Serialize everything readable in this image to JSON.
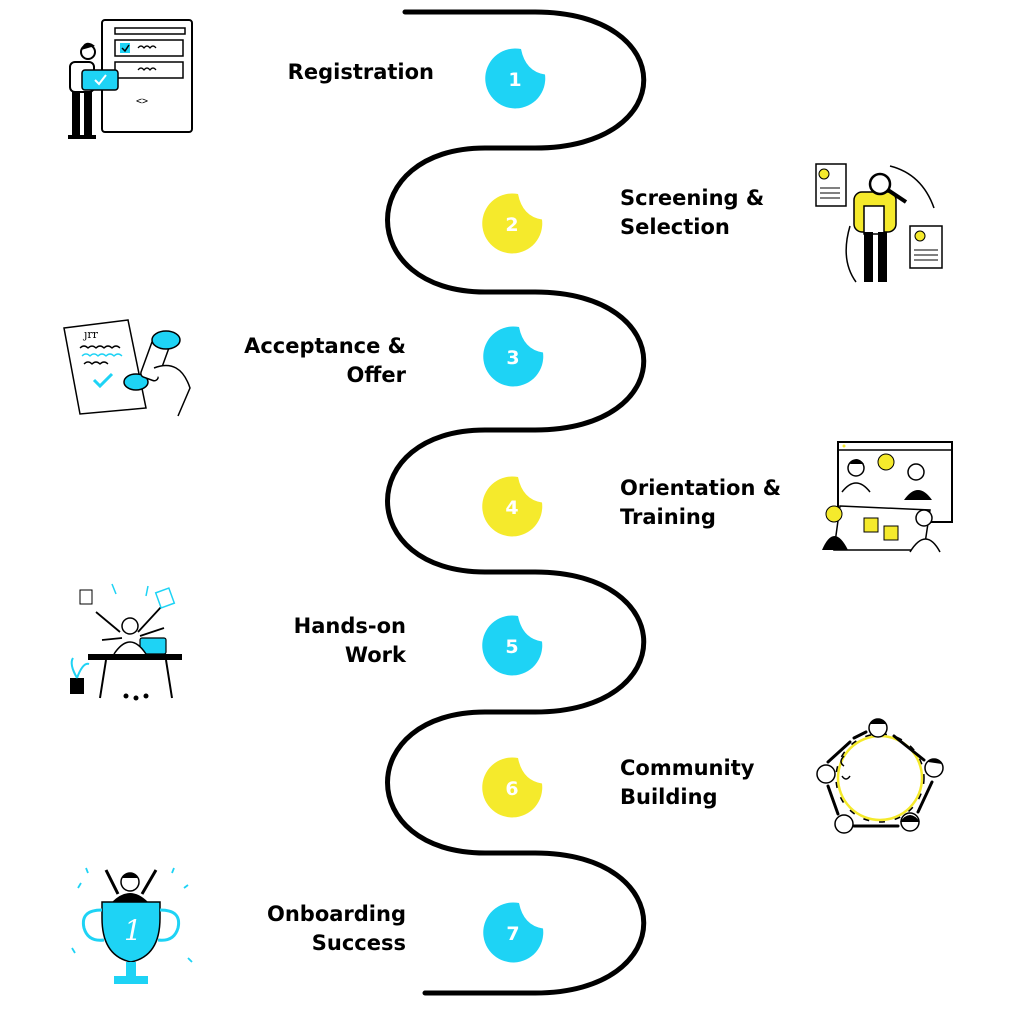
{
  "colors": {
    "cyan": "#1ED3F5",
    "yellow": "#F5EA2C",
    "path": "#000000",
    "text": "#000000"
  },
  "steps": [
    {
      "number": "1",
      "label_lines": [
        "Registration"
      ],
      "color": "cyan",
      "side": "left",
      "illustration": "person-filling-registration-form"
    },
    {
      "number": "2",
      "label_lines": [
        "Screening &",
        "Selection"
      ],
      "color": "yellow",
      "side": "right",
      "illustration": "person-with-magnifier-reviewing-resumes"
    },
    {
      "number": "3",
      "label_lines": [
        "Acceptance &",
        "Offer"
      ],
      "color": "cyan",
      "side": "left",
      "illustration": "hand-stamping-approved-document"
    },
    {
      "number": "4",
      "label_lines": [
        "Orientation &",
        "Training"
      ],
      "color": "yellow",
      "side": "right",
      "illustration": "team-meeting-around-screen"
    },
    {
      "number": "5",
      "label_lines": [
        "Hands-on",
        "Work"
      ],
      "color": "cyan",
      "side": "left",
      "illustration": "busy-person-multitasking-at-desk"
    },
    {
      "number": "6",
      "label_lines": [
        "Community",
        "Building"
      ],
      "color": "yellow",
      "side": "right",
      "illustration": "people-holding-hands-in-circle"
    },
    {
      "number": "7",
      "label_lines": [
        "Onboarding",
        "Success"
      ],
      "color": "cyan",
      "side": "left",
      "illustration": "person-celebrating-in-trophy"
    }
  ]
}
